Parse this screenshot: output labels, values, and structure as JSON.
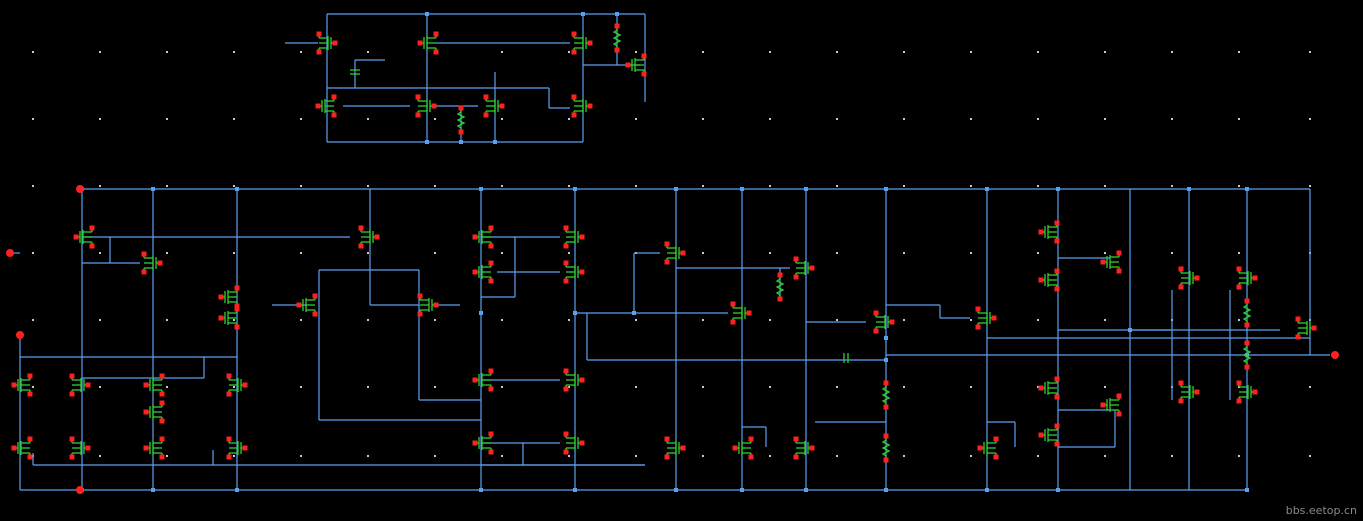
{
  "watermark": "bbs.eetop.cn",
  "colors": {
    "background": "#000000",
    "wire": "#5aa0f0",
    "device": "#2fd12f",
    "pin": "#ff2020",
    "grid": "#c8c8c8",
    "junction": "#5aa0f0"
  },
  "symbols": {
    "transistor": "mosfet-symbol",
    "resistor": "resistor-symbol",
    "capacitor": "capacitor-symbol",
    "port": "port-pin"
  }
}
